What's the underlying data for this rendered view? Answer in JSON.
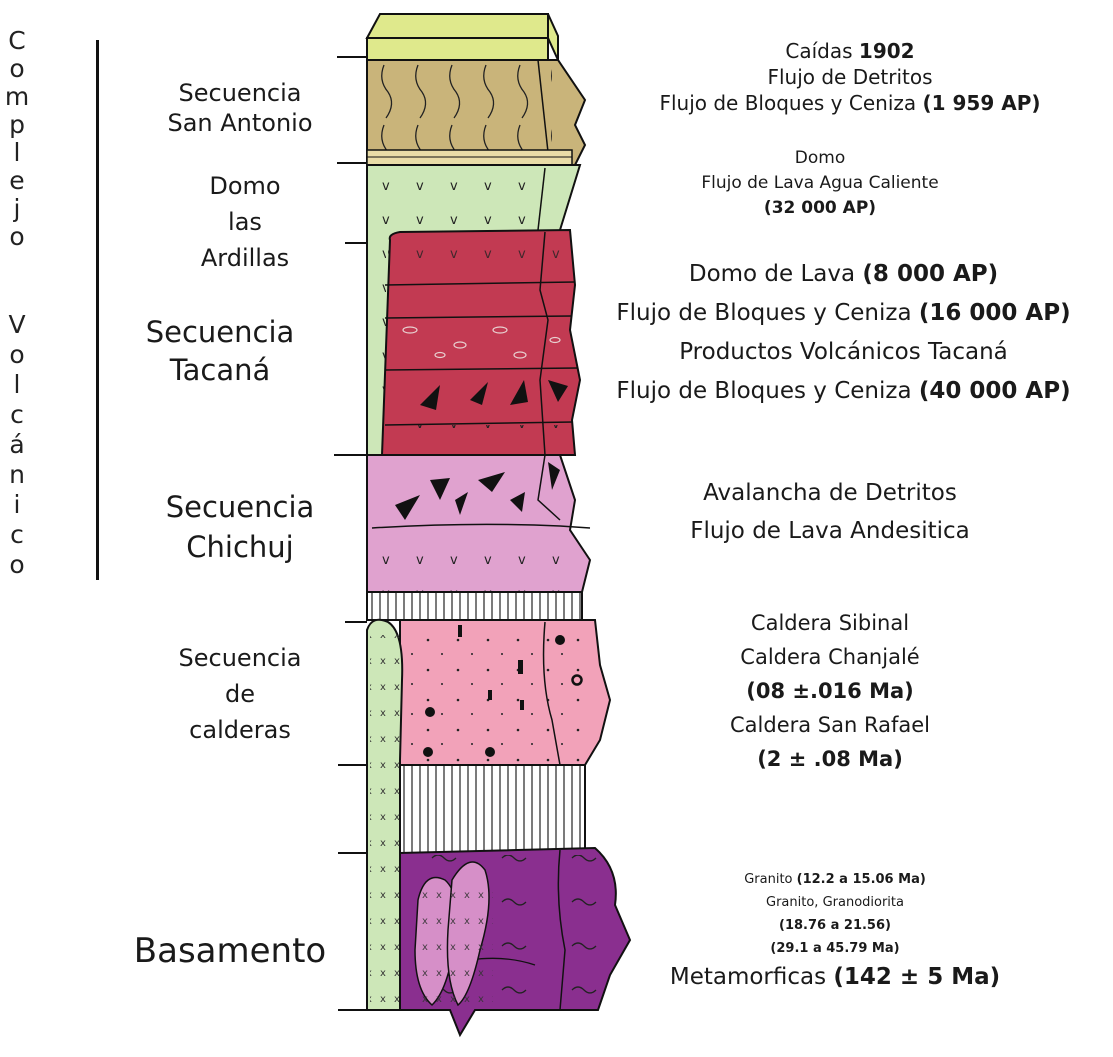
{
  "side_label": {
    "word1": [
      "C",
      "o",
      "m",
      "p",
      "l",
      "e",
      "j",
      "o"
    ],
    "word2": [
      "V",
      "o",
      "l",
      "c",
      "á",
      "n",
      "i",
      "c",
      "o"
    ]
  },
  "sequences": {
    "san_antonio": [
      "Secuencia",
      "San Antonio"
    ],
    "domo_ardillas": [
      "Domo",
      "las",
      "Ardillas"
    ],
    "tacana": [
      "Secuencia",
      "Tacaná"
    ],
    "chichuj": [
      "Secuencia",
      "Chichuj"
    ],
    "calderas": [
      "Secuencia",
      "de",
      "calderas"
    ],
    "basamento": "Basamento"
  },
  "descriptions": {
    "san_antonio": {
      "l1_text": "Caídas ",
      "l1_bold": "1902",
      "l2": "Flujo de Detritos",
      "l3_text": "Flujo de Bloques y Ceniza ",
      "l3_bold": "(1 959 AP)"
    },
    "ardillas": {
      "l1": "Domo",
      "l2": "Flujo de Lava Agua Caliente",
      "l3_bold": "(32 000 AP)"
    },
    "tacana": {
      "l1_text": "Domo de Lava ",
      "l1_bold": "(8 000 AP)",
      "l2_text": "Flujo de Bloques y Ceniza ",
      "l2_bold": "(16 000 AP)",
      "l3": "Productos Volcánicos Tacaná",
      "l4_text": "Flujo de Bloques y Ceniza ",
      "l4_bold": "(40 000 AP)"
    },
    "chichuj": {
      "l1": "Avalancha de Detritos",
      "l2": "Flujo de Lava Andesitica"
    },
    "calderas": {
      "l1": "Caldera Sibinal",
      "l2": "Caldera Chanjalé",
      "l3_bold": "(08 ±.016 Ma)",
      "l4": "Caldera San Rafael",
      "l5_bold": "(2 ± .08 Ma)"
    },
    "basamento": {
      "l1_text": "Granito ",
      "l1_bold": "(12.2 a 15.06 Ma)",
      "l2": "Granito, Granodiorita",
      "l3_bold": "(18.76 a 21.56)",
      "l4_bold": "(29.1 a 45.79 Ma)",
      "l5_text": "Metamorficas ",
      "l5_bold": "(142 ± 5 Ma)"
    }
  },
  "colors": {
    "top_cap": "#dfe98c",
    "san_antonio": "#c9b47a",
    "ardillas": "#cde7b8",
    "tacana": "#c23a52",
    "chichuj": "#e0a2cf",
    "calderas": "#f2a2b9",
    "calderas_dike": "#cde7b8",
    "basamento": "#8a2f8f",
    "basamento_intrusion": "#d68fc8"
  }
}
